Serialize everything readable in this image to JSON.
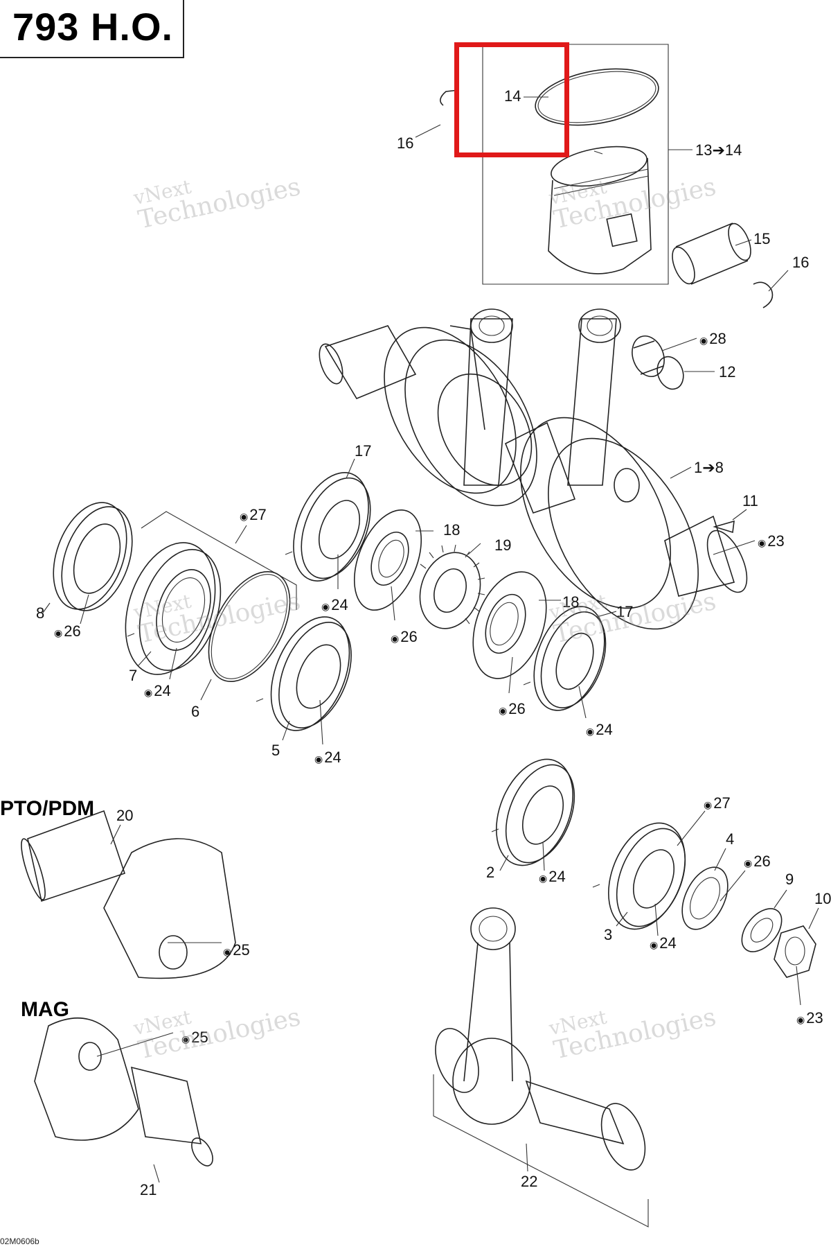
{
  "title": "793 H.O.",
  "sections": {
    "pto": "PTO/PDM",
    "mag": "MAG"
  },
  "watermark": {
    "line1": "vNext",
    "line2": "Technologies",
    "small": "vNext Technologies"
  },
  "footer_code": "02M0606b",
  "highlight_color": "#e01919",
  "callouts": [
    {
      "id": "c14",
      "text": "14"
    },
    {
      "id": "c16a",
      "text": "16"
    },
    {
      "id": "c13",
      "text": "13➔14"
    },
    {
      "id": "c15",
      "text": "15"
    },
    {
      "id": "c16b",
      "text": "16"
    },
    {
      "id": "c28",
      "text": "28",
      "drop": true
    },
    {
      "id": "c12",
      "text": "12"
    },
    {
      "id": "c1",
      "text": "1➔8"
    },
    {
      "id": "c17a",
      "text": "17"
    },
    {
      "id": "c27a",
      "text": "27",
      "drop": true
    },
    {
      "id": "c18a",
      "text": "18"
    },
    {
      "id": "c19",
      "text": "19"
    },
    {
      "id": "c11",
      "text": "11"
    },
    {
      "id": "c23a",
      "text": "23",
      "drop": true
    },
    {
      "id": "c8",
      "text": "8"
    },
    {
      "id": "c26a",
      "text": "26",
      "drop": true
    },
    {
      "id": "c24a",
      "text": "24",
      "drop": true
    },
    {
      "id": "c26b",
      "text": "26",
      "drop": true
    },
    {
      "id": "c18b",
      "text": "18"
    },
    {
      "id": "c17b",
      "text": "17"
    },
    {
      "id": "c7",
      "text": "7"
    },
    {
      "id": "c24b",
      "text": "24",
      "drop": true
    },
    {
      "id": "c6",
      "text": "6"
    },
    {
      "id": "c26c",
      "text": "26",
      "drop": true
    },
    {
      "id": "c24c",
      "text": "24",
      "drop": true
    },
    {
      "id": "c5",
      "text": "5"
    },
    {
      "id": "c24d",
      "text": "24",
      "drop": true
    },
    {
      "id": "c20",
      "text": "20"
    },
    {
      "id": "c27b",
      "text": "27",
      "drop": true
    },
    {
      "id": "c4",
      "text": "4"
    },
    {
      "id": "c26d",
      "text": "26",
      "drop": true
    },
    {
      "id": "c2",
      "text": "2"
    },
    {
      "id": "c24e",
      "text": "24",
      "drop": true
    },
    {
      "id": "c9",
      "text": "9"
    },
    {
      "id": "c10",
      "text": "10"
    },
    {
      "id": "c3",
      "text": "3"
    },
    {
      "id": "c24f",
      "text": "24",
      "drop": true
    },
    {
      "id": "c25a",
      "text": "25",
      "drop": true
    },
    {
      "id": "c23b",
      "text": "23",
      "drop": true
    },
    {
      "id": "c25b",
      "text": "25",
      "drop": true
    },
    {
      "id": "c22",
      "text": "22"
    },
    {
      "id": "c21",
      "text": "21"
    }
  ]
}
